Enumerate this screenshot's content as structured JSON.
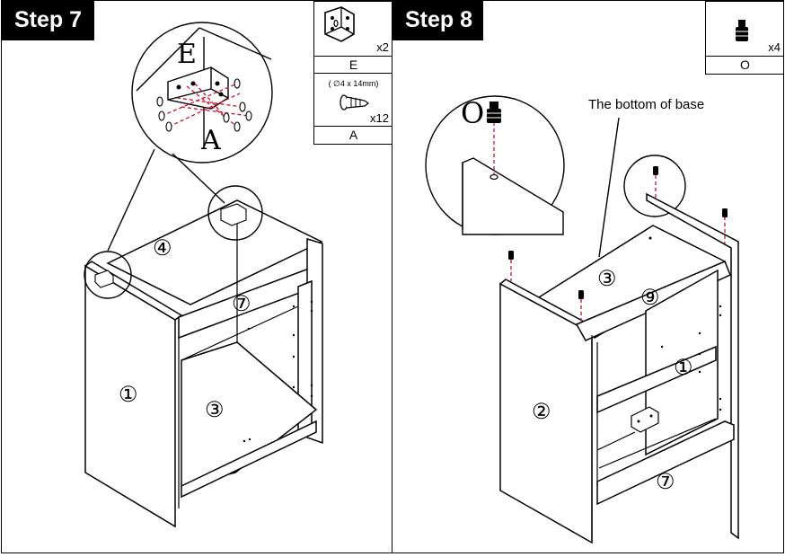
{
  "step7": {
    "title": "Step 7",
    "parts": [
      {
        "qty": "x2",
        "label": "E",
        "icon": "l-bracket-icon"
      },
      {
        "spec": "( ∅4 x 14mm)",
        "qty": "x12",
        "label": "A",
        "icon": "screw-icon"
      }
    ],
    "detail_letters": {
      "top": "E",
      "bottom": "A"
    },
    "part_numbers": {
      "side_left": "①",
      "back": "④",
      "front_rail": "⑦",
      "bottom": "③"
    }
  },
  "step8": {
    "title": "Step 8",
    "parts": [
      {
        "qty": "x4",
        "label": "O",
        "icon": "dowel-peg-icon"
      }
    ],
    "detail_letter": "O",
    "callout": "The bottom of base",
    "part_numbers": {
      "side_right": "②",
      "bottom": "③",
      "rail_top": "⑨",
      "side_inner": "①",
      "front_rail": "⑦"
    }
  }
}
